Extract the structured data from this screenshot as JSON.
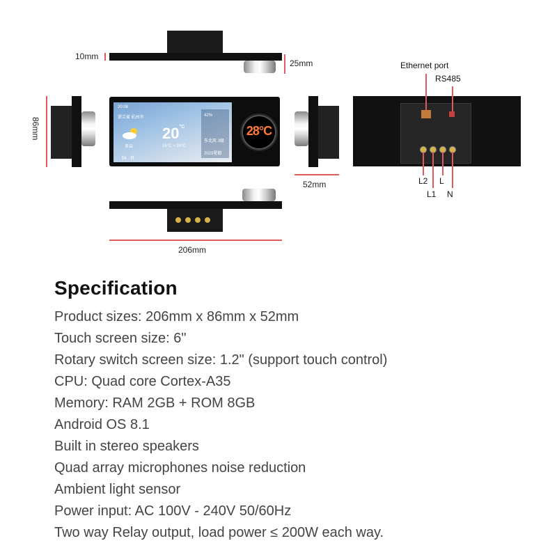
{
  "dimensions": {
    "thickness_label": "10mm",
    "knob_depth_label": "25mm",
    "height_label": "86mm",
    "depth_label": "52mm",
    "width_label": "206mm"
  },
  "screen": {
    "time": "20:08",
    "location": "浙江省 杭州市",
    "temperature": "20",
    "temp_unit": "°C",
    "range": "15°C ~ 24°C",
    "weather": "多云",
    "aqi": "56 · 良",
    "humidity": "42%",
    "wind": "东北风 3级",
    "date": "2023星期",
    "rotary_display": "28°C"
  },
  "back_panel": {
    "ethernet_label": "Ethernet port",
    "rs485_label": "RS485",
    "terminals": [
      "L2",
      "L1",
      "L",
      "N"
    ]
  },
  "specification": {
    "title": "Specification",
    "items": [
      "Product sizes: 206mm x 86mm x 52mm",
      "Touch screen size: 6\"",
      "Rotary switch screen size: 1.2\" (support touch control)",
      "CPU: Quad core Cortex-A35",
      "Memory: RAM 2GB + ROM 8GB",
      "Android OS 8.1",
      "Built in stereo speakers",
      "Quad array microphones noise reduction",
      "Ambient light sensor",
      "Power input: AC 100V - 240V  50/60Hz",
      "Two way Relay output, load power ≤ 200W each way."
    ]
  },
  "colors": {
    "dimension_line": "#e35a5a",
    "panel": "#111111",
    "rotary_digits": "#ff7a3a"
  }
}
